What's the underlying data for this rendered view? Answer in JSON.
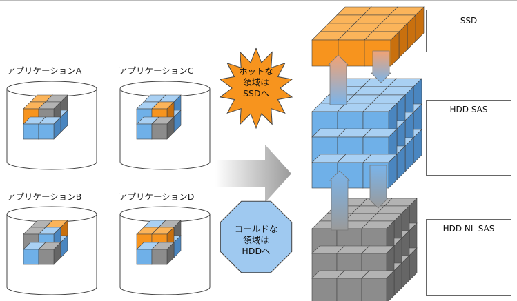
{
  "apps": [
    {
      "label": "アプリケーションA",
      "cubes": [
        "orange",
        "gray",
        "blue",
        "blue",
        "orange",
        "gray",
        "blue",
        "blue"
      ]
    },
    {
      "label": "アプリケーションC",
      "cubes": [
        "blue",
        "blue",
        "gray",
        "blue",
        "blue",
        "orange",
        "blue",
        "gray"
      ]
    },
    {
      "label": "アプリケーションB",
      "cubes": [
        "gray",
        "orange",
        "orange",
        "blue",
        "gray",
        "blue",
        "blue",
        "gray"
      ]
    },
    {
      "label": "アプリケーションD",
      "cubes": [
        "blue",
        "gray",
        "blue",
        "blue",
        "orange",
        "orange",
        "blue",
        "gray"
      ]
    }
  ],
  "callouts": {
    "hot": {
      "lines": [
        "ホットな",
        "領域は",
        "SSDへ"
      ],
      "color": "#f7941e"
    },
    "cold": {
      "lines": [
        "コールドな",
        "領域は",
        "HDDへ"
      ],
      "color": "#9fc9f0"
    }
  },
  "tiers": [
    {
      "name": "SSD",
      "device": "ssd-chip",
      "color": "#f7941e"
    },
    {
      "name": "HDD SAS",
      "device": "hdd-disk",
      "color": "#6fb0e8"
    },
    {
      "name": "HDD NL-SAS",
      "device": "hdd-disk",
      "color": "#8c8c8c"
    }
  ]
}
